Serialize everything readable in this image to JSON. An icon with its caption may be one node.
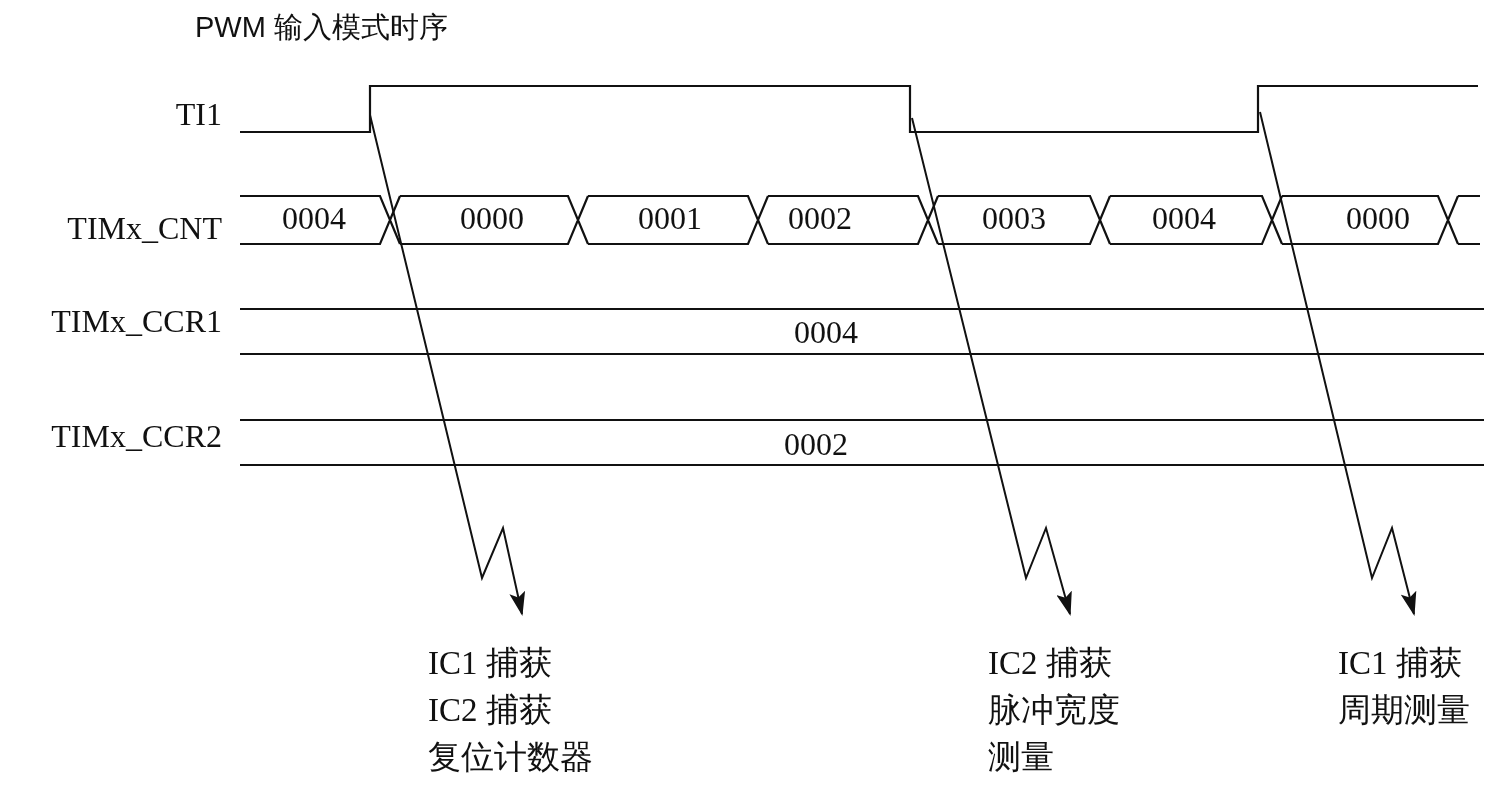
{
  "diagram": {
    "title": "PWM 输入模式时序",
    "nodes": [
      {
        "text": [
          "IC1 捕获",
          "IC2 捕获",
          "复位计数器"
        ]
      },
      {
        "text": [
          "IC2 捕获",
          "脉冲宽度测量"
        ]
      },
      {
        "text": [
          "IC1 捕获",
          "周期测量"
        ]
      }
    ],
    "edges": [
      {
        "from": null,
        "to": 0,
        "arrow": "to"
      },
      {
        "from": null,
        "to": 1,
        "arrow": "to"
      },
      {
        "from": null,
        "to": 2,
        "arrow": "to"
      }
    ],
    "labels": [
      "TI1",
      "TIMx_CNT",
      "0004",
      "0000",
      "0001",
      "0002",
      "0003",
      "0004",
      "0000",
      "TIMx_CCR1",
      "0004",
      "TIMx_CCR2",
      "0002"
    ]
  }
}
